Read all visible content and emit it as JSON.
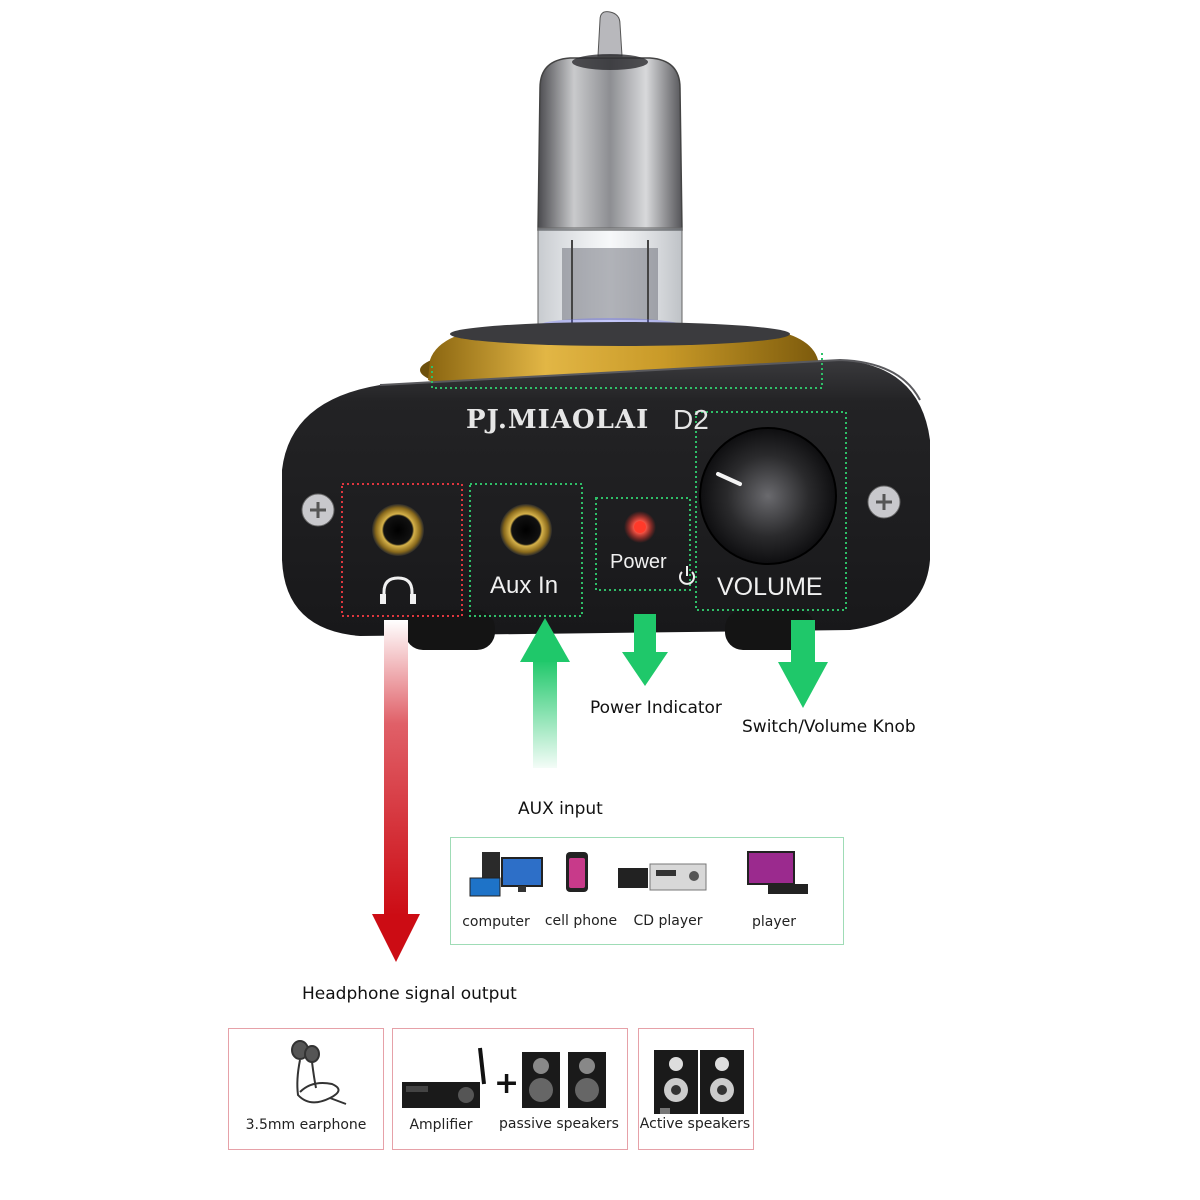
{
  "device": {
    "brand": "PJ.MIAOLAI",
    "model": "D2",
    "aux_label": "Aux In",
    "power_label": "Power",
    "volume_label": "VOLUME"
  },
  "callouts": {
    "power_indicator": "Power Indicator",
    "volume_knob": "Switch/Volume Knob",
    "aux_input": "AUX input",
    "headphone_output": "Headphone signal output"
  },
  "aux_sources": [
    {
      "label": "computer",
      "icon": "computer-icon"
    },
    {
      "label": "cell phone",
      "icon": "cell-phone-icon"
    },
    {
      "label": "CD player",
      "icon": "cd-player-icon"
    },
    {
      "label": "player",
      "icon": "tv-player-icon"
    }
  ],
  "outputs": {
    "earphone": "3.5mm earphone",
    "amplifier": "Amplifier",
    "passive": "passive speakers",
    "plus": "+",
    "active": "Active speakers"
  },
  "colors": {
    "arrow_green": "#1fc86a",
    "arrow_red": "#cc0c14",
    "box_green": "#9fdcb6",
    "box_red": "#e6a1a8",
    "device_body": "#1c1c1e",
    "gold_ring": "#c89a25",
    "power_led": "#ff2a20"
  }
}
